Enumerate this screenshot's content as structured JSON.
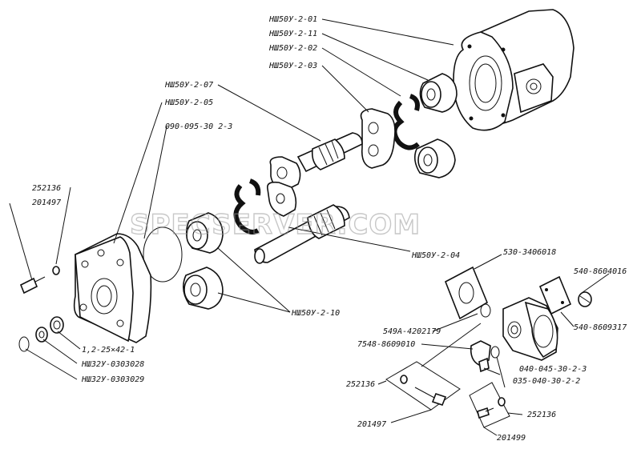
{
  "labels": {
    "l01": "НШ50У-2-01",
    "l11": "НШ50У-2-11",
    "l02": "НШ50У-2-02",
    "l03": "НШ50У-2-03",
    "l07": "НШ50У-2-07",
    "l05": "НШ50У-2-05",
    "o090": "090-095-30 2-3",
    "n252a": "252136",
    "n201a": "201497",
    "l04": "НШ50У-2-04",
    "l10": "НШ50У-2-10",
    "n530": "530-3406018",
    "n540a": "540-8604016",
    "n540b": "540-8609317",
    "n549": "549А-4202179",
    "n7548": "7548-8609010",
    "n040": "040-045-30-2-3",
    "n035": "035-040-30-2-2",
    "n252b": "252136",
    "n201b": "201497",
    "n252c": "252136",
    "n201c": "201499",
    "w12": "1,2-25×42-1",
    "w028": "НШ32У-0303028",
    "w029": "НШ32У-0303029"
  },
  "watermark": "SPECSERVER.COM"
}
